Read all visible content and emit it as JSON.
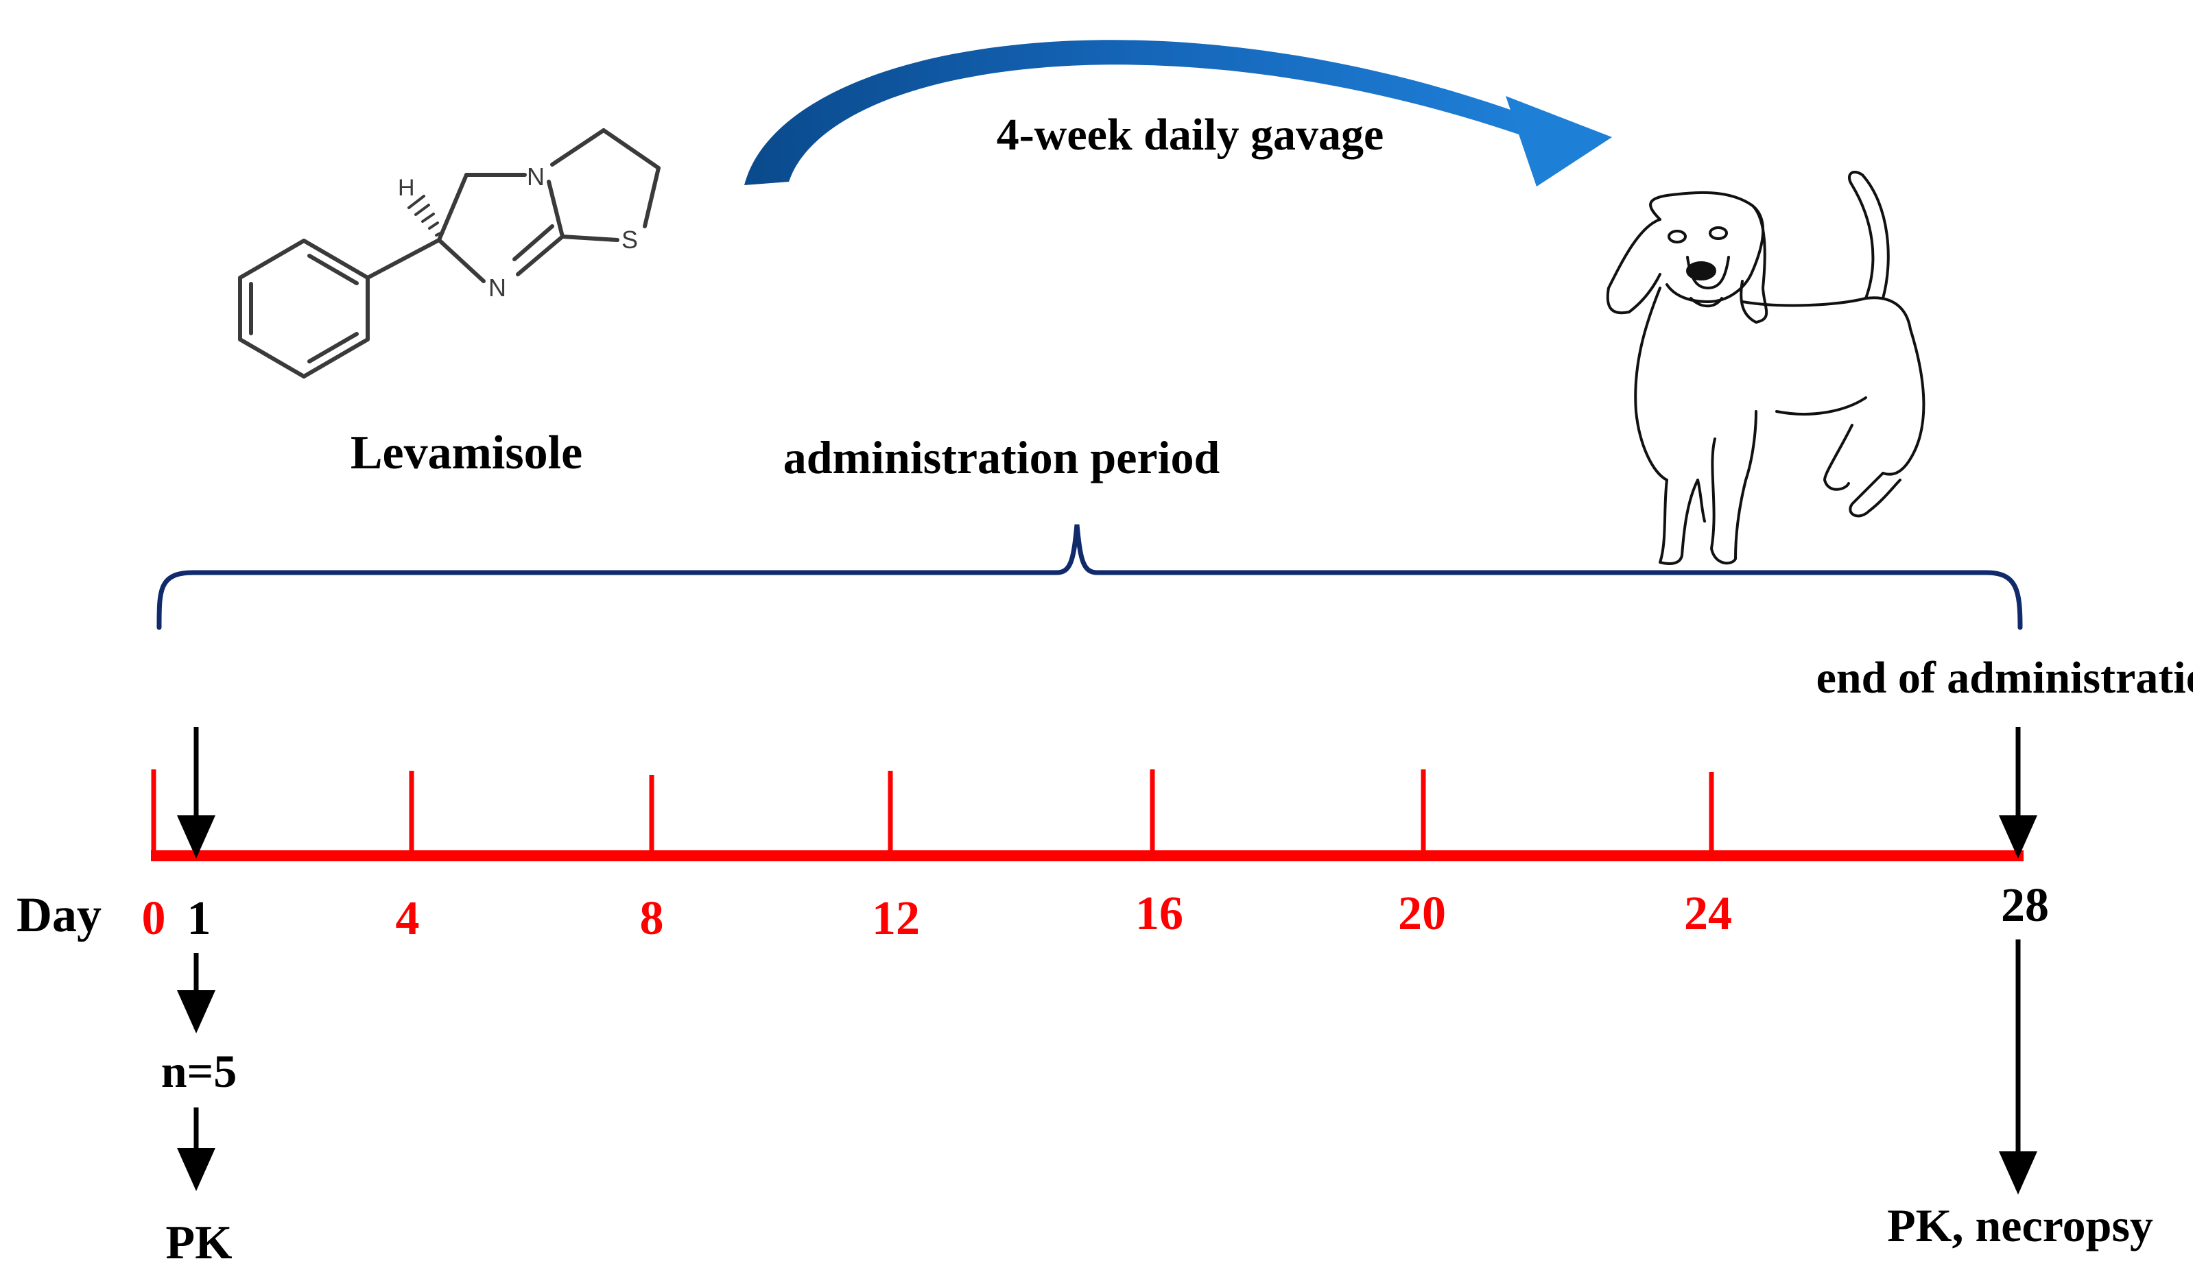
{
  "compound": {
    "name": "Levamisole",
    "atoms": {
      "nitrogen_ring": "N",
      "nitrogen_imine": "N",
      "sulfur": "S",
      "hydrogen": "H"
    }
  },
  "arrow_label": "4-week daily gavage",
  "period_label": "administration period",
  "end_label": "end of administration",
  "timeline": {
    "axis_label": "Day",
    "ticks": [
      {
        "label": "0",
        "color": "#ff0000"
      },
      {
        "label": "1",
        "color": "#000000"
      },
      {
        "label": "4",
        "color": "#ff0000"
      },
      {
        "label": "8",
        "color": "#ff0000"
      },
      {
        "label": "12",
        "color": "#ff0000"
      },
      {
        "label": "16",
        "color": "#ff0000"
      },
      {
        "label": "20",
        "color": "#ff0000"
      },
      {
        "label": "24",
        "color": "#ff0000"
      },
      {
        "label": "28",
        "color": "#000000"
      }
    ]
  },
  "day1_flow": {
    "group_size": "n=5",
    "outcome": "PK"
  },
  "day28_flow": {
    "outcome": "PK, necropsy"
  },
  "colors": {
    "timeline": "#ff0000",
    "brace": "#102a6b",
    "arrow_dark": "#0a4a8c",
    "arrow_light": "#1e7fd6",
    "text": "#000000"
  }
}
